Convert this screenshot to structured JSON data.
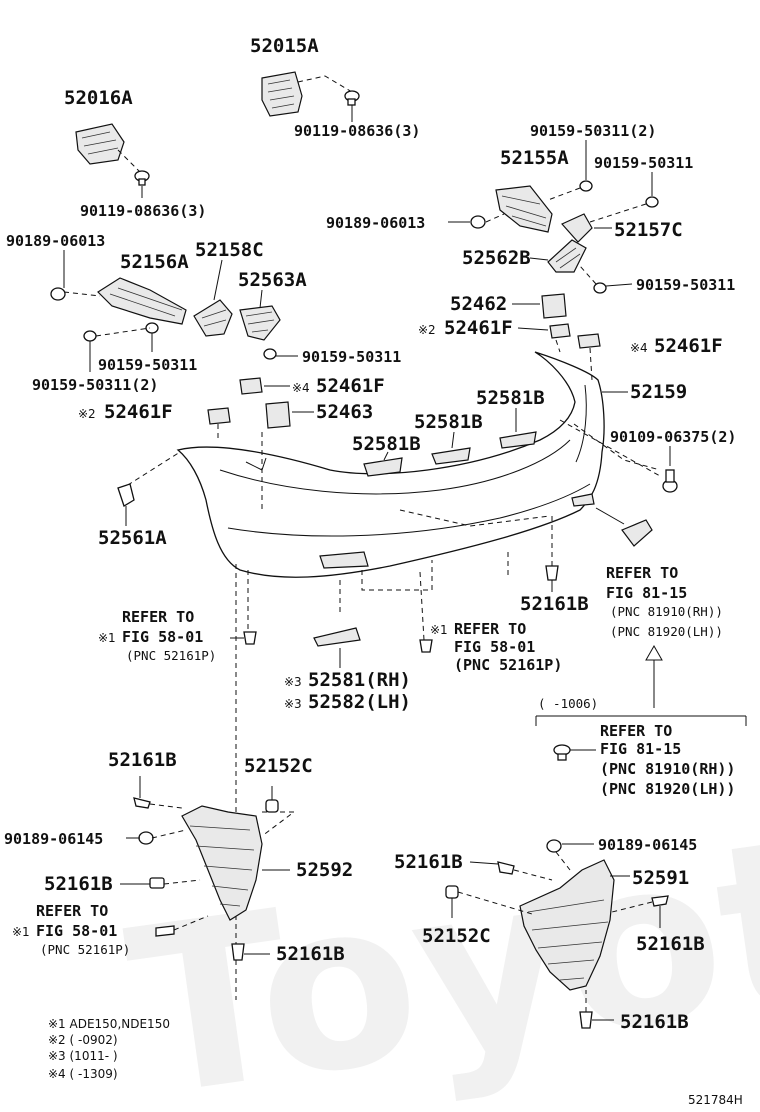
{
  "watermark": "Toyota",
  "footer_code": "521784H",
  "labels": {
    "l52015A": "52015A",
    "l90119a": "90119-08636(3)",
    "l52016A": "52016A",
    "l90119b": "90119-08636(3)",
    "l90189a": "90189-06013",
    "l52156A": "52156A",
    "l52158C": "52158C",
    "l52563A": "52563A",
    "l90159a": "90159-50311",
    "l90159b": "90159-50311(2)",
    "l90159c": "90159-50311",
    "l90159d": "90159-50311(2)",
    "l52155A": "52155A",
    "l90159e": "90159-50311",
    "l90189b": "90189-06013",
    "l52157C": "52157C",
    "l52562B": "52562B",
    "l90159f": "90159-50311",
    "l52462": "52462",
    "l52461Fa": "52461F",
    "l52461Fb": "52461F",
    "l52461Fc": "52461F",
    "l52461Fd": "52461F",
    "l52463": "52463",
    "l52159": "52159",
    "l90109": "90109-06375(2)",
    "l52581Ba": "52581B",
    "l52581Bb": "52581B",
    "l52581Bc": "52581B",
    "l52561A": "52561A",
    "l52161Ba": "52161B",
    "l52581RH": "52581(RH)",
    "l52582LH": "52582(LH)",
    "l52161Bb": "52161B",
    "l52152Ca": "52152C",
    "l90189c": "90189-06145",
    "l52592": "52592",
    "l52161Bc": "52161B",
    "l52161Bd": "52161B",
    "l90189d": "90189-06145",
    "l52161Be": "52161B",
    "l52591": "52591",
    "l52152Cb": "52152C",
    "l52161Bf": "52161B",
    "l52161Bg": "52161B"
  },
  "marks": {
    "m2": "※2",
    "m4": "※4",
    "m1": "※1",
    "m3": "※3"
  },
  "refs": {
    "refer_to": "REFER TO",
    "fig_58": "FIG 58-01",
    "pnc_52161P": "(PNC 52161P)",
    "fig_81": "FIG 81-15",
    "pnc_81910": "(PNC 81910(RH))",
    "pnc_81920": "(PNC 81920(LH))",
    "range_1006": "(     -1006)"
  },
  "footnotes": [
    "※1 ADE150,NDE150",
    "※2 (      -0902)",
    "※3 (1011-      )",
    "※4 (      -1309)"
  ]
}
